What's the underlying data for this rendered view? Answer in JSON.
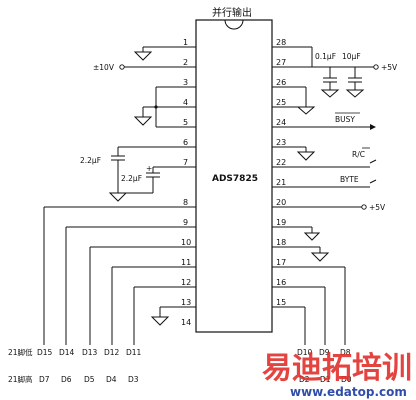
{
  "diagram": {
    "title": "并行输出",
    "chip_label": "ADS7825",
    "left_pins": [
      "1",
      "2",
      "3",
      "4",
      "5",
      "6",
      "7",
      "8",
      "9",
      "10",
      "11",
      "12",
      "13",
      "14"
    ],
    "right_pins": [
      "28",
      "27",
      "26",
      "25",
      "24",
      "23",
      "22",
      "21",
      "20",
      "19",
      "18",
      "17",
      "16",
      "15"
    ],
    "labels": {
      "input_range": "±10V",
      "cap_left_1": "2.2μF",
      "cap_left_2": "2.2μF",
      "cap_01": "0.1μF",
      "cap_10": "10μF",
      "vcc": "+5V",
      "busy": "BUSY",
      "rc": "R/C",
      "byte": "BYTE",
      "vcc2": "+5V",
      "pin21_low": "21脚低",
      "pin21_high": "21脚高"
    },
    "bits_low": [
      "D15",
      "D14",
      "D13",
      "D12",
      "D11"
    ],
    "bits_high": [
      "D7",
      "D6",
      "D5",
      "D4",
      "D3"
    ],
    "bits_right_low": [
      "D10",
      "D9",
      "D8"
    ],
    "bits_right_high": [
      "D2",
      "D1",
      "D0"
    ]
  },
  "watermark": {
    "cn": "易迪拓培训",
    "url": "www.edatop.com"
  }
}
